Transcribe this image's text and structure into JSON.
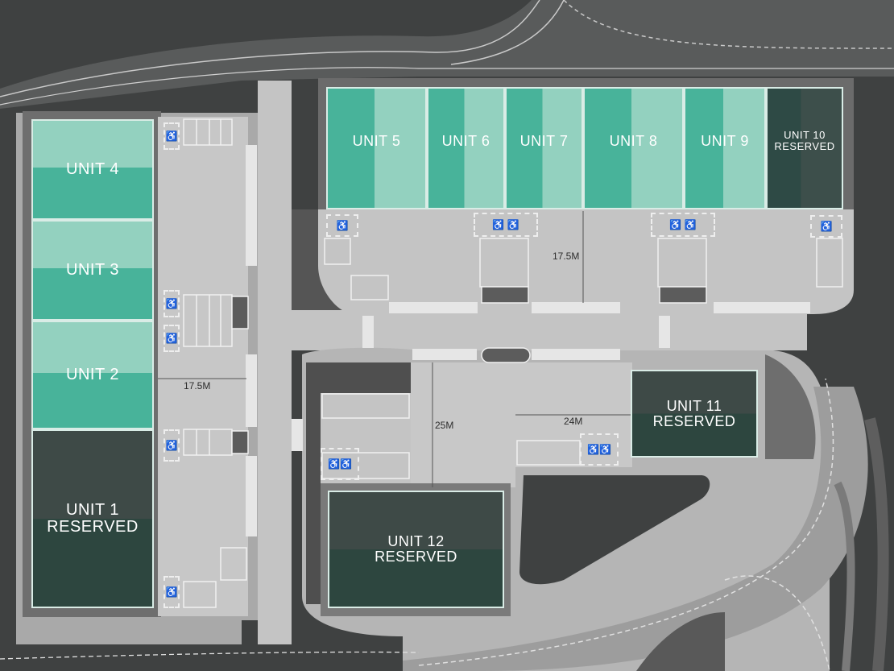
{
  "units": [
    {
      "id": "unit1",
      "lines": [
        "UNIT 1",
        "RESERVED"
      ],
      "status": "reserved"
    },
    {
      "id": "unit2",
      "lines": [
        "UNIT 2"
      ],
      "status": "available"
    },
    {
      "id": "unit3",
      "lines": [
        "UNIT 3"
      ],
      "status": "available"
    },
    {
      "id": "unit4",
      "lines": [
        "UNIT 4"
      ],
      "status": "available"
    },
    {
      "id": "unit5",
      "lines": [
        "UNIT 5"
      ],
      "status": "available"
    },
    {
      "id": "unit6",
      "lines": [
        "UNIT 6"
      ],
      "status": "available"
    },
    {
      "id": "unit7",
      "lines": [
        "UNIT 7"
      ],
      "status": "available"
    },
    {
      "id": "unit8",
      "lines": [
        "UNIT 8"
      ],
      "status": "available"
    },
    {
      "id": "unit9",
      "lines": [
        "UNIT 9"
      ],
      "status": "available"
    },
    {
      "id": "unit10",
      "lines": [
        "UNIT 10",
        "RESERVED"
      ],
      "status": "reserved"
    },
    {
      "id": "unit11",
      "lines": [
        "UNIT 11",
        "RESERVED"
      ],
      "status": "reserved"
    },
    {
      "id": "unit12",
      "lines": [
        "UNIT 12",
        "RESERVED"
      ],
      "status": "reserved"
    }
  ],
  "dimensions": {
    "west_road": "17.5M",
    "north_yard": "17.5M",
    "central_yard": "25M",
    "east_yard": "24M"
  },
  "colors": {
    "available_dark": "#48b39a",
    "available_light": "#93d1bf",
    "reserved_dark": "#2d463f",
    "reserved_light": "#3d4f4b",
    "ground": "#3f4141",
    "road": "#bfbfbf",
    "yard": "#c6c6c6"
  },
  "icons": [
    "wheelchair-icon"
  ]
}
